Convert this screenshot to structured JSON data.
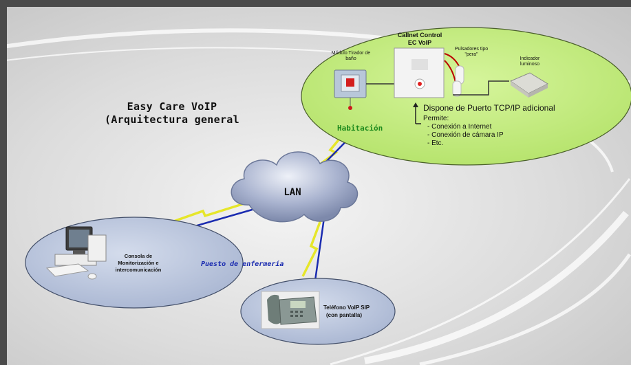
{
  "title_line1": "Easy Care VoIP",
  "title_line2": "(Arquitectura general",
  "room": {
    "label": "Habitación",
    "device_title_line1": "Callnet Control",
    "device_title_line2": "EC VoIP",
    "pull_module_line1": "Módulo Tirador de",
    "pull_module_line2": "baño",
    "pushbuttons_line1": "Pulsadores tipo",
    "pushbuttons_line2": "\"pera\"",
    "indicator_line1": "Indicador",
    "indicator_line2": "luminoso",
    "port_text": "Dispone de Puerto TCP/IP adicional",
    "permits_label": "Permite:",
    "permits": [
      "- Conexión a Internet",
      "- Conexión de cámara IP",
      "- Etc."
    ]
  },
  "network": {
    "label": "LAN"
  },
  "nurse_station": {
    "label": "Puesto de enfermería",
    "console_line1": "Consola de",
    "console_line2": "Monitorización e",
    "console_line3": "intercomunicación"
  },
  "phone": {
    "line1": "Teléfono VoIP SIP",
    "line2": "(con pantalla)"
  },
  "colors": {
    "room_ellipse": "#c7ef85",
    "station_ellipse": "#b9c6de",
    "lightning": "#e6e62a",
    "cable": "#1a2bb0",
    "cloud": "#9aa6c4"
  }
}
